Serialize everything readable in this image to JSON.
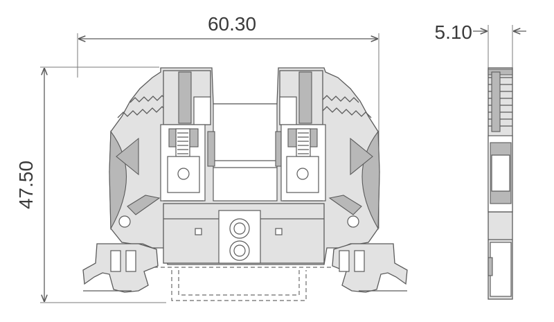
{
  "dimensions": {
    "width": "60.30",
    "height": "47.50",
    "thickness": "5.10"
  },
  "colors": {
    "line": "#5a5a5a",
    "body_fill": "#e2e2e2",
    "dark_fill": "#b8b8b8",
    "text": "#3a3a3a"
  }
}
